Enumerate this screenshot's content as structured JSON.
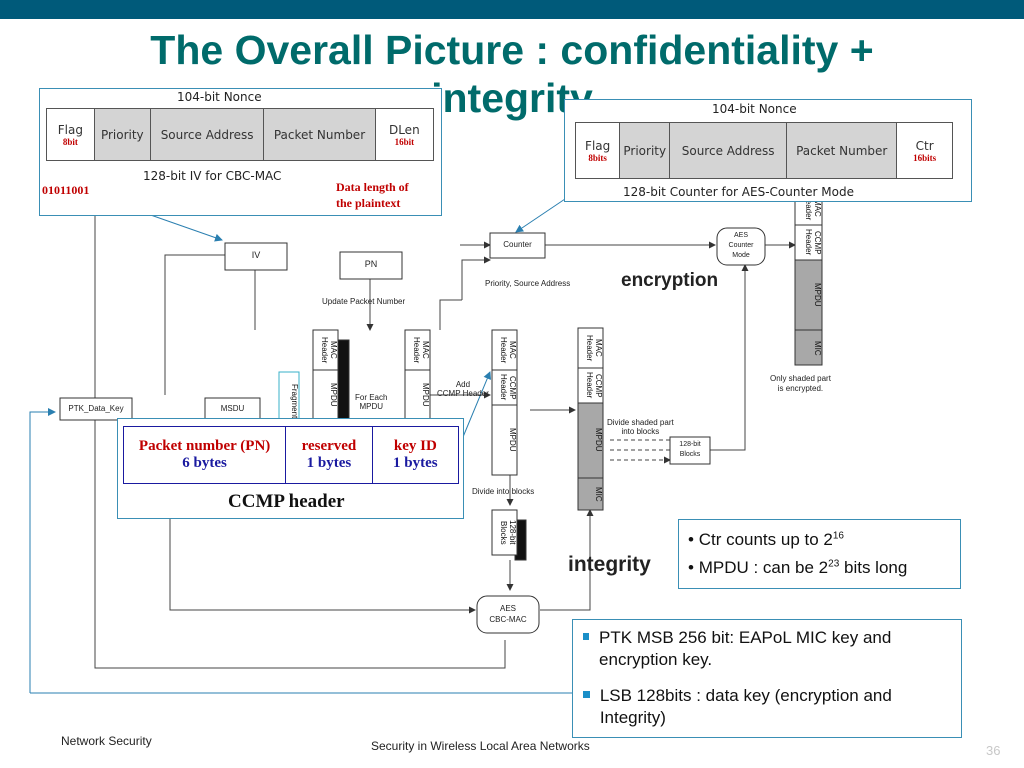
{
  "title_line1": "The Overall Picture : confidentiality +",
  "title_line2": "integrity",
  "left_nonce": {
    "heading": "104-bit Nonce",
    "fields": [
      "Flag",
      "Priority",
      "Source Address",
      "Packet Number",
      "DLen"
    ],
    "flag_size": "8bit",
    "dlen_size": "16bit",
    "caption": "128-bit IV for CBC-MAC",
    "flag_value": "01011001",
    "dlen_note_line1": "Data length of",
    "dlen_note_line2": "the plaintext"
  },
  "right_nonce": {
    "heading": "104-bit Nonce",
    "fields": [
      "Flag",
      "Priority",
      "Source Address",
      "Packet Number",
      "Ctr"
    ],
    "flag_size": "8bits",
    "ctr_size": "16bits",
    "caption": "128-bit Counter for AES-Counter Mode"
  },
  "flow": {
    "iv": "IV",
    "pn": "PN",
    "counter": "Counter",
    "aes_counter_line1": "AES",
    "aes_counter_line2": "Counter",
    "aes_counter_line3": "Mode",
    "aes_cbc_line1": "AES",
    "aes_cbc_line2": "CBC-MAC",
    "ptk": "PTK_Data_Key",
    "msdu": "MSDU",
    "update_pn": "Update Packet Number",
    "priority_source": "Priority, Source Address",
    "for_each_line1": "For Each",
    "for_each_line2": "MPDU",
    "add_ccmp_line1": "Add",
    "add_ccmp_line2": "CCMP Header",
    "divide_into_blocks": "Divide into blocks",
    "divide_shaded_line1": "Divide shaded part",
    "divide_shaded_line2": "into blocks",
    "blocks_line1": "128-bit",
    "blocks_line2": "Blocks",
    "blocks_vertical": "128-bit Blocks",
    "only_shaded_line1": "Only shaded part",
    "only_shaded_line2": "is encrypted.",
    "mac_header": "MAC Header",
    "ccmp_header": "CCMP Header",
    "mpdu": "MPDU",
    "mic": "MIC",
    "fragment": "Fragment",
    "encryption": "encryption",
    "integrity": "integrity"
  },
  "ccmp_header": {
    "cells": [
      {
        "name": "Packet number (PN)",
        "size": "6 bytes"
      },
      {
        "name": "reserved",
        "size": "1 bytes"
      },
      {
        "name": "key ID",
        "size": "1 bytes"
      }
    ],
    "caption": "CCMP header"
  },
  "notes_top": {
    "line1_prefix": "Ctr counts up to 2",
    "line1_exp": "16",
    "line2_prefix": "MPDU : can be 2",
    "line2_exp": "23",
    "line2_suffix": " bits long"
  },
  "notes_bottom": {
    "items": [
      "PTK MSB 256 bit: EAPoL MIC key and encryption key.",
      "LSB 128bits : data key (encryption and Integrity)"
    ]
  },
  "footer": {
    "left": "Network Security",
    "center": "Security  in  Wireless  Local  Area Networks",
    "page": "36"
  },
  "colors": {
    "topbar": "#005a7a",
    "title": "#006b6b",
    "callout_border": "#3a8fb5",
    "red_text": "#c00000",
    "blue_text": "#1a1aa0",
    "shaded": "#a8a8a8",
    "bullet": "#1a8fc8"
  }
}
